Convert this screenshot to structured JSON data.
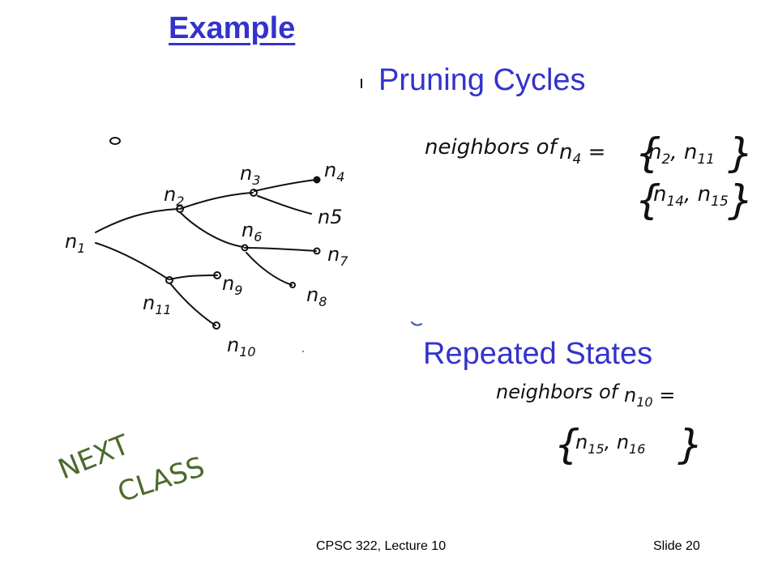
{
  "slide": {
    "title": "Example",
    "headings": {
      "pruning": "Pruning Cycles",
      "repeated": "Repeated States"
    },
    "footer": {
      "course": "CPSC 322, Lecture 10",
      "slide_number": "Slide 20"
    },
    "colors": {
      "heading": "#3333cc",
      "ink": "#111111",
      "green_ink": "#4a6b2a"
    }
  },
  "annotations": {
    "tree_nodes": [
      "n1",
      "n2",
      "n3",
      "n4",
      "n5",
      "n6",
      "n7",
      "n8",
      "n9",
      "n10",
      "n11"
    ],
    "neighbors_n4": "neighbors of n4 = { n2, n11, n14, n15 }",
    "neighbors_n10": "neighbors of n10 = { n15, n16 }",
    "next_class": "NEXT CLASS"
  }
}
